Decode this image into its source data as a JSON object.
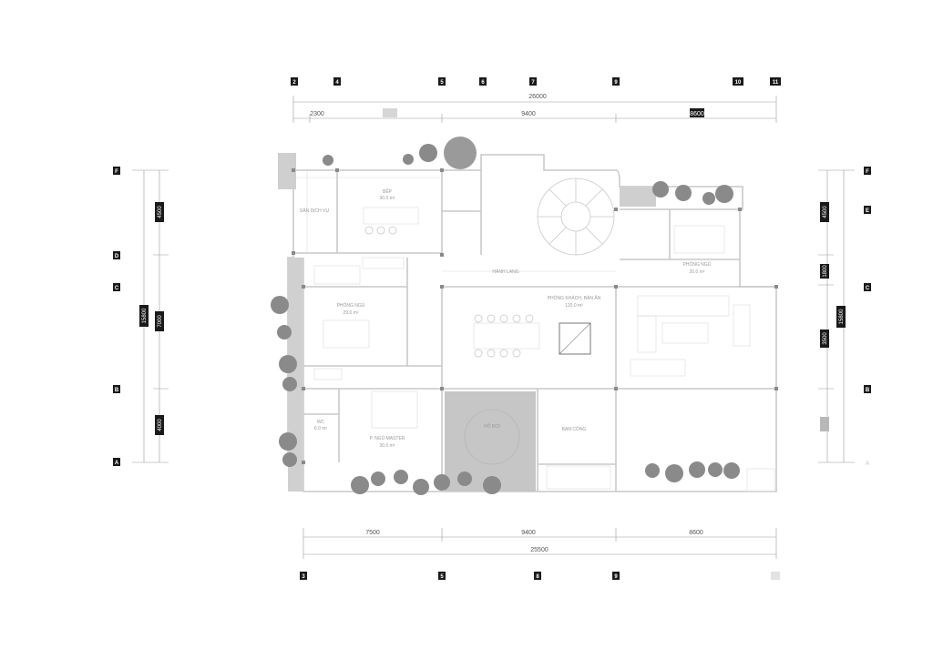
{
  "top_grid": [
    "2",
    "4",
    "5",
    "6",
    "7",
    "9",
    "10",
    "11"
  ],
  "top_dims": {
    "total": "26000",
    "segments": [
      "2300",
      "9400",
      "8600"
    ]
  },
  "bottom_grid": [
    "3",
    "5",
    "8",
    "9"
  ],
  "bottom_dims": {
    "segments": [
      "7500",
      "9400",
      "8600"
    ],
    "total": "25500"
  },
  "left_grid": [
    "F",
    "D",
    "C",
    "B",
    "A"
  ],
  "left_dims": {
    "total": "15800",
    "segments": [
      "4500",
      "7000",
      "4000"
    ]
  },
  "right_grid": [
    "F",
    "E",
    "C",
    "B",
    "A"
  ],
  "right_dims": {
    "total": "15800",
    "segments": [
      "4500",
      "1800",
      "3500"
    ]
  },
  "rooms": {
    "bep": "BẾP",
    "bep_area": "30.0 m²",
    "san_dich_vu": "SÂN DỊCH VỤ",
    "hanh_lang": "HÀNH LANG",
    "phong_ngu_1": "PHÒNG NGỦ",
    "phong_ngu_1_area": "29.0 m²",
    "phong_ngu_master": "P. NGỦ MASTER",
    "phong_ngu_master_area": "30.0 m²",
    "wc": "WC",
    "wc_area": "6.0 m²",
    "phong_khach": "PHÒNG KHÁCH, BÀN ĂN",
    "phong_khach_area": "120.0 m²",
    "phong_ngu_2": "PHÒNG NGỦ",
    "phong_ngu_2_area": "20.0 m²",
    "ho_boi": "HỒ BƠI",
    "ban_cong": "BAN CÔNG"
  },
  "colors": {
    "tag": "#1a1a1a",
    "wall": "#c9c9c9",
    "pool": "#c6c6c6",
    "plant": "#8a8a8a",
    "dim_line": "#9a9a9a"
  }
}
